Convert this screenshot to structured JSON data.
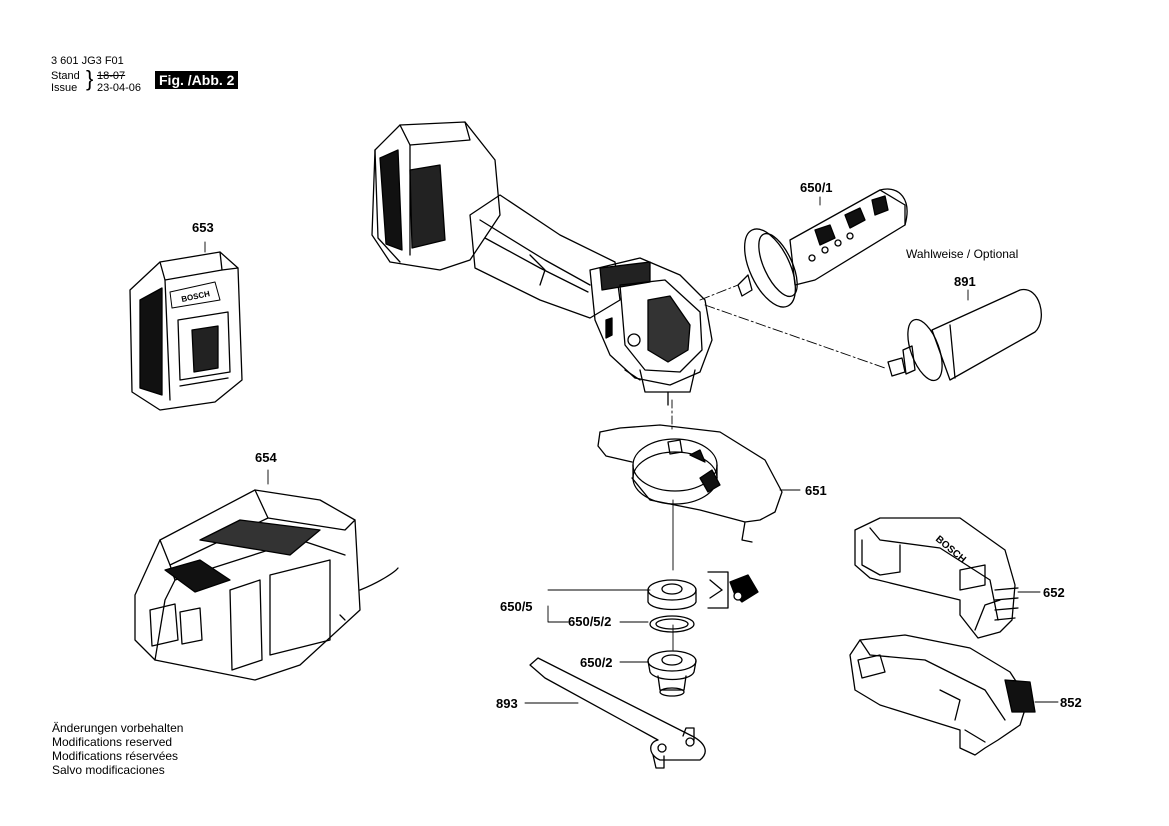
{
  "header": {
    "doc_number": "3 601 JG3 F01",
    "stand_label": "Stand",
    "issue_label": "Issue",
    "old_date": "18-07",
    "new_date": "23-04-06",
    "fig_label": "Fig. /Abb. 2"
  },
  "parts": {
    "p653": "653",
    "p654": "654",
    "p650_1": "650/1",
    "p891": "891",
    "p651": "651",
    "p652": "652",
    "p852": "852",
    "p650_5": "650/5",
    "p650_5_2": "650/5/2",
    "p650_2": "650/2",
    "p893": "893"
  },
  "optional_text": "Wahlweise / Optional",
  "footer": {
    "line1": "Änderungen vorbehalten",
    "line2": "Modifications reserved",
    "line3": "Modifications réservées",
    "line4": "Salvo modificaciones"
  },
  "brand_text": "BOSCH"
}
